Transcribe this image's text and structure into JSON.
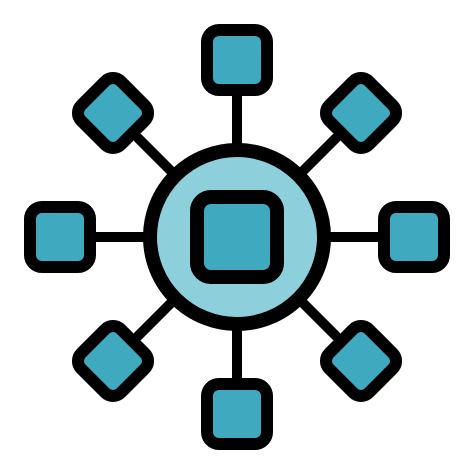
{
  "icon": {
    "name": "network-hub-icon",
    "colors": {
      "outline": "#000000",
      "hub_fill": "#8ecfdc",
      "node_fill": "#3fa9c0",
      "background": "#ffffff"
    },
    "satellite_nodes": [
      "node-top",
      "node-top-right",
      "node-right",
      "node-bottom-right",
      "node-bottom",
      "node-bottom-left",
      "node-left",
      "node-top-left"
    ]
  }
}
